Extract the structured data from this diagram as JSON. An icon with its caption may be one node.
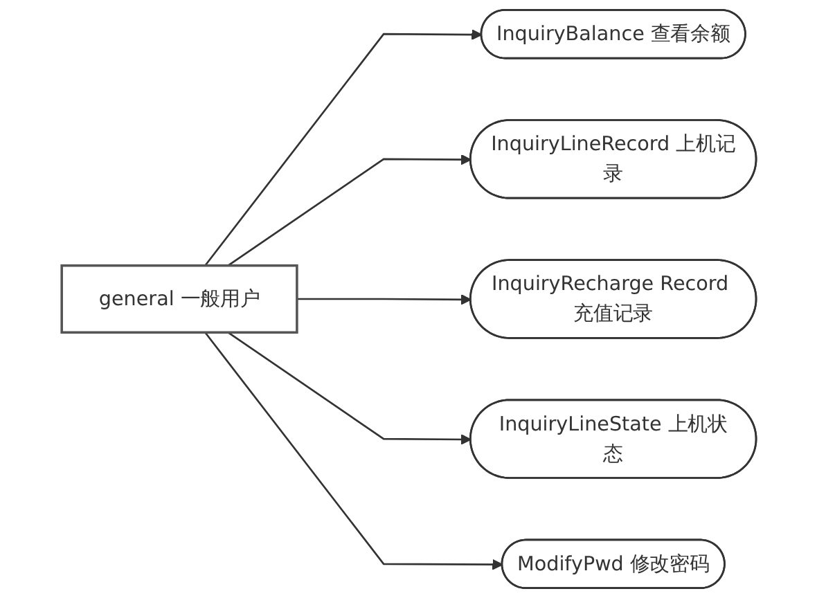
{
  "diagram": {
    "nodes": [
      {
        "text": [
          "general 一般用户"
        ]
      },
      {
        "text": [
          "InquiryBalance 查看余额"
        ]
      },
      {
        "text": [
          "InquiryLineRecord 上机记录"
        ]
      },
      {
        "text": [
          "InquiryRecharge Record 充值记录"
        ]
      },
      {
        "text": [
          "InquiryLineState 上机状态"
        ]
      },
      {
        "text": [
          "ModifyPwd 修改密码"
        ]
      }
    ],
    "edges": [
      {
        "from": 0,
        "to": 1,
        "arrow": "to"
      },
      {
        "from": 0,
        "to": 2,
        "arrow": "to"
      },
      {
        "from": 0,
        "to": 3,
        "arrow": "to"
      },
      {
        "from": 0,
        "to": 4,
        "arrow": "to"
      },
      {
        "from": 0,
        "to": 5,
        "arrow": "to"
      }
    ]
  }
}
